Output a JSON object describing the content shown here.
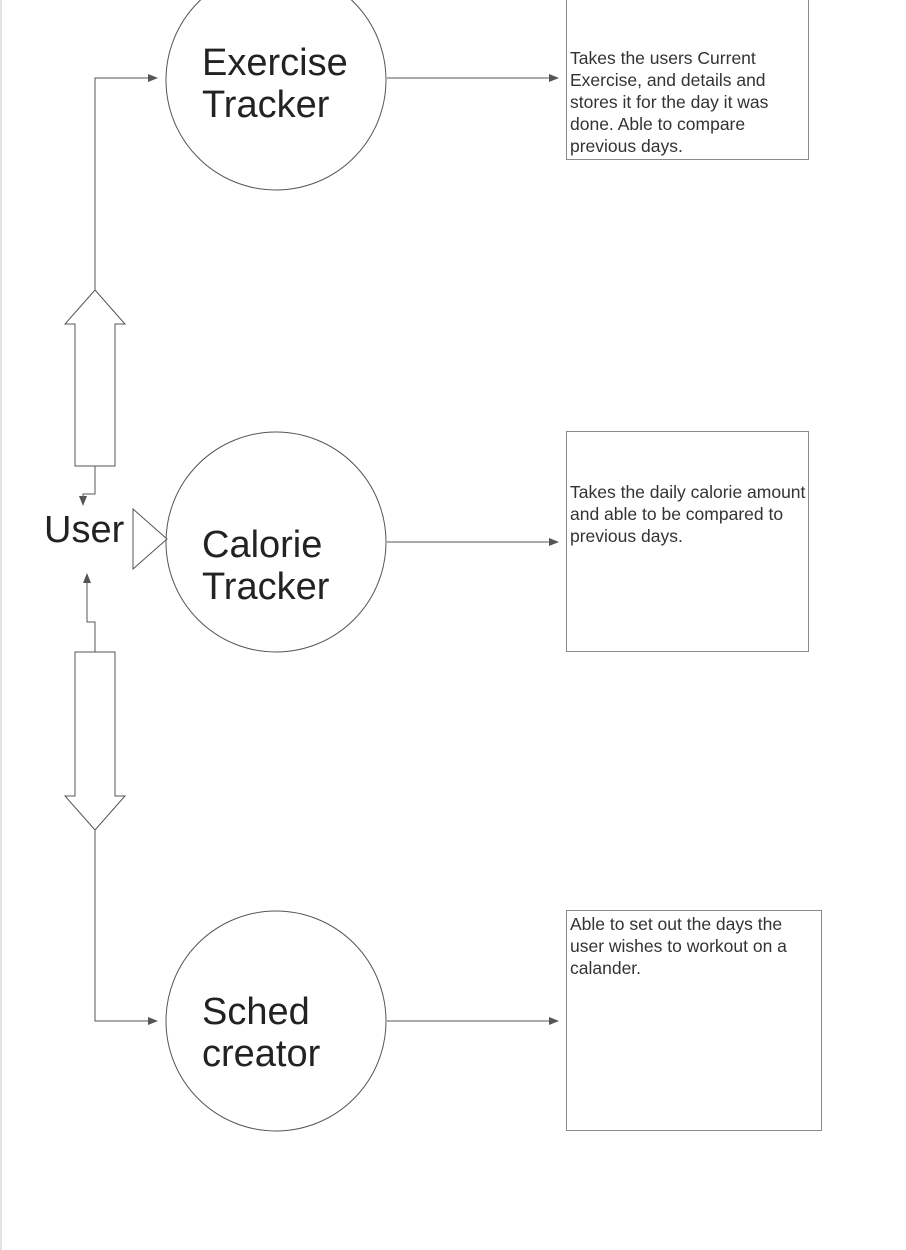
{
  "diagram": {
    "user": {
      "label": "User"
    },
    "processes": [
      {
        "id": "exercise",
        "label": "Exercise\nTracker"
      },
      {
        "id": "calorie",
        "label": "Calorie\nTracker"
      },
      {
        "id": "sched",
        "label": "Sched\ncreator"
      }
    ],
    "notes": [
      {
        "for": "exercise",
        "text": "Takes the users Current Exercise, and details and stores it for the day it was done. Able to compare previous days."
      },
      {
        "for": "calorie",
        "text": "Takes the daily calorie amount and able to be compared to previous days."
      },
      {
        "for": "sched",
        "text": "Able to set out the days the user wishes to workout on a calander."
      }
    ],
    "colors": {
      "stroke": "#555555",
      "text": "#222222",
      "note_text": "#333333"
    }
  }
}
